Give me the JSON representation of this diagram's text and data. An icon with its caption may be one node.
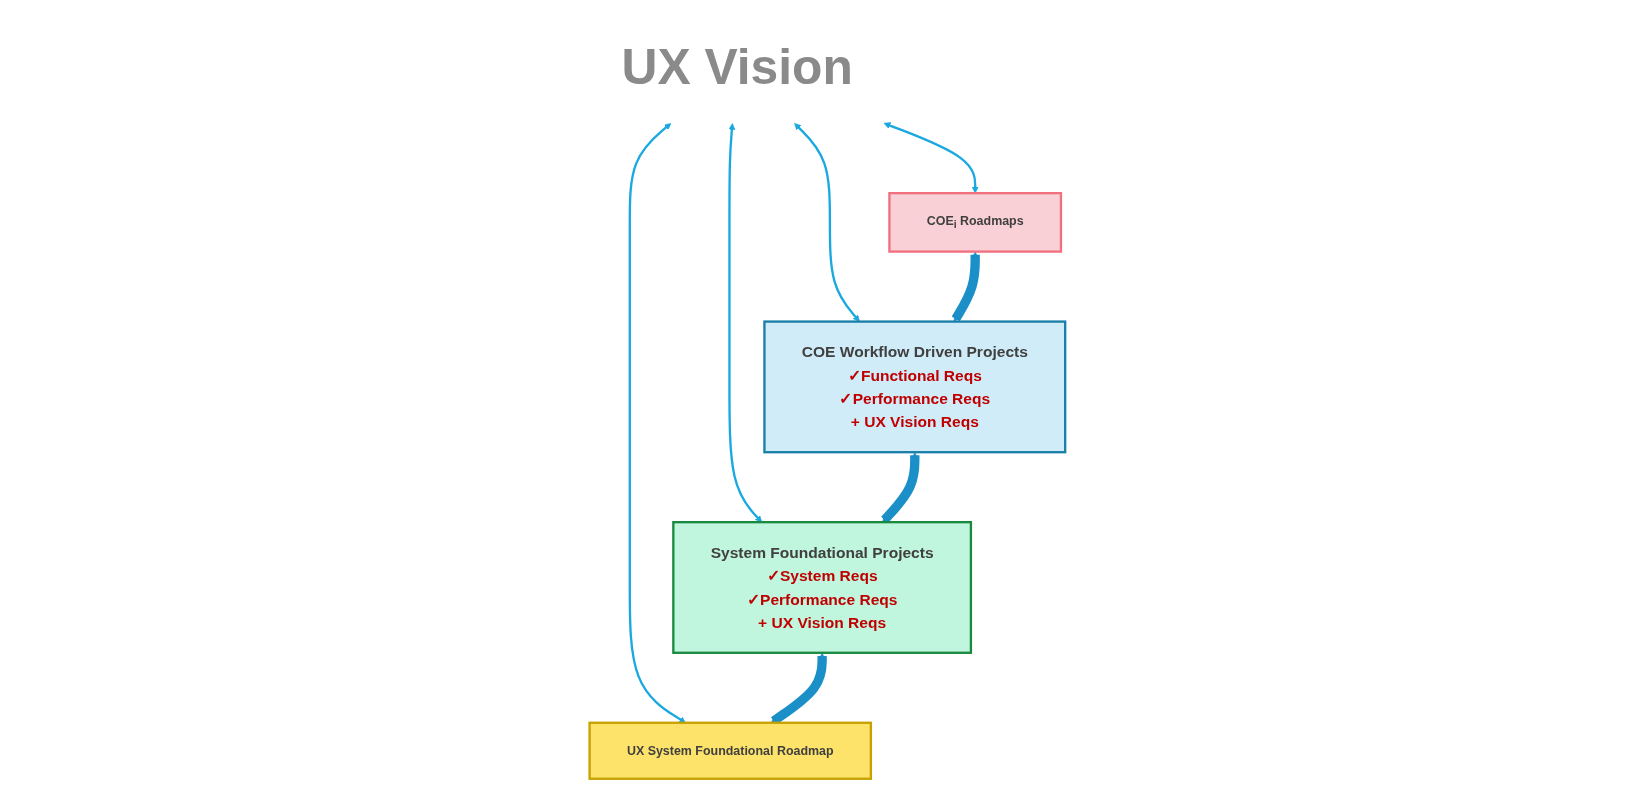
{
  "diagram": {
    "nodes": [
      {
        "text": [
          "UX Vision"
        ]
      },
      {
        "text": [
          "COE$_{i}$ Roadmaps"
        ]
      },
      {
        "text": [
          "COE Workflow Driven Projects",
          "✓Functional Reqs",
          "✓Performance Reqs",
          "+ UX Vision Reqs"
        ]
      },
      {
        "text": [
          "System Foundational Projects",
          "✓System Reqs",
          "✓Performance Reqs",
          "+ UX Vision Reqs"
        ]
      },
      {
        "text": [
          "UX System Foundational Roadmap"
        ]
      }
    ],
    "edges": [
      {
        "from": 0,
        "to": 1,
        "arrow": "both"
      },
      {
        "from": 0,
        "to": 2,
        "arrow": "both"
      },
      {
        "from": 0,
        "to": 3,
        "arrow": "both"
      },
      {
        "from": 0,
        "to": 4,
        "arrow": "both"
      },
      {
        "from": 1,
        "to": 2,
        "arrow": "both",
        "style": "thick"
      },
      {
        "from": 2,
        "to": 3,
        "arrow": "both",
        "style": "thick"
      },
      {
        "from": 3,
        "to": 4,
        "arrow": "both",
        "style": "thick"
      }
    ]
  }
}
